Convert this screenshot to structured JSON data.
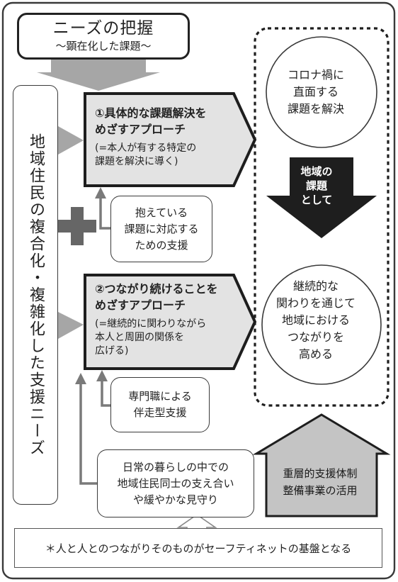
{
  "needs": {
    "title": "ニーズの把握",
    "subtitle": "〜顕在化した課題〜"
  },
  "vertical_label": "地域住民の複合化・複雑化した支援ニーズ",
  "approach1": {
    "title_line1": "①具体的な課題解決を",
    "title_line2": "めざすアプローチ",
    "note_line1": "(=本人が有する特定の",
    "note_line2": "課題を解決に導く)"
  },
  "approach2": {
    "title_line1": "②つながり続けることを",
    "title_line2": "めざすアプローチ",
    "note_line1": "(=継続的に関わりながら",
    "note_line2": "本人と周囲の関係を",
    "note_line3": "広げる)"
  },
  "support1": {
    "line1": "抱えている",
    "line2": "課題に対応する",
    "line3": "ための支援"
  },
  "support2": {
    "line1": "専門職による",
    "line2": "伴走型支援"
  },
  "support3": {
    "line1": "日常の暮らしの中での",
    "line2": "地域住民同士の支え合い",
    "line3": "や緩やかな見守り"
  },
  "circle1": {
    "line1": "コロナ禍に",
    "line2": "直面する",
    "line3": "課題を解決"
  },
  "down_arrow": {
    "line1": "地域の",
    "line2": "課題",
    "line3": "として"
  },
  "circle2": {
    "line1": "継続的な",
    "line2": "関わりを通じて",
    "line3": "地域における",
    "line4": "つながりを",
    "line5": "高める"
  },
  "system": {
    "line1": "重層的支援体制",
    "line2": "整備事業の活用"
  },
  "footer_note": "＊人と人とのつながりそのものがセーフティネットの基盤となる",
  "colors": {
    "dark": "#1e1e1e",
    "mid_gray": "#a6a6a6",
    "light_gray": "#e3e3e3",
    "line_gray": "#7a7a7a",
    "system_fill": "#c4c4c4"
  }
}
